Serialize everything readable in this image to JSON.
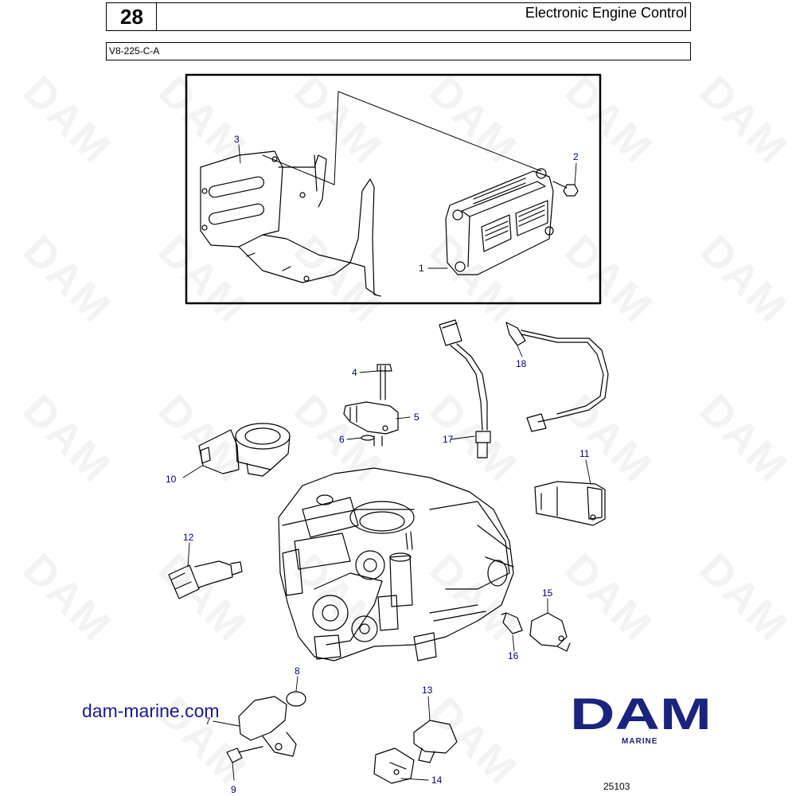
{
  "header": {
    "page_number": "28",
    "title": "Electronic Engine Control",
    "model": "V8-225-C-A"
  },
  "watermark": "DAM",
  "callouts": [
    "1",
    "2",
    "3",
    "4",
    "5",
    "6",
    "7",
    "8",
    "9",
    "10",
    "11",
    "12",
    "13",
    "14",
    "15",
    "16",
    "17",
    "18"
  ],
  "footer": {
    "website": "dam-marine.com",
    "brand": "DAM",
    "brand_sub": "MARINE",
    "reference": "25103"
  },
  "colors": {
    "callout_text": "#00008b",
    "brand": "#1a237e",
    "line": "#000000"
  }
}
